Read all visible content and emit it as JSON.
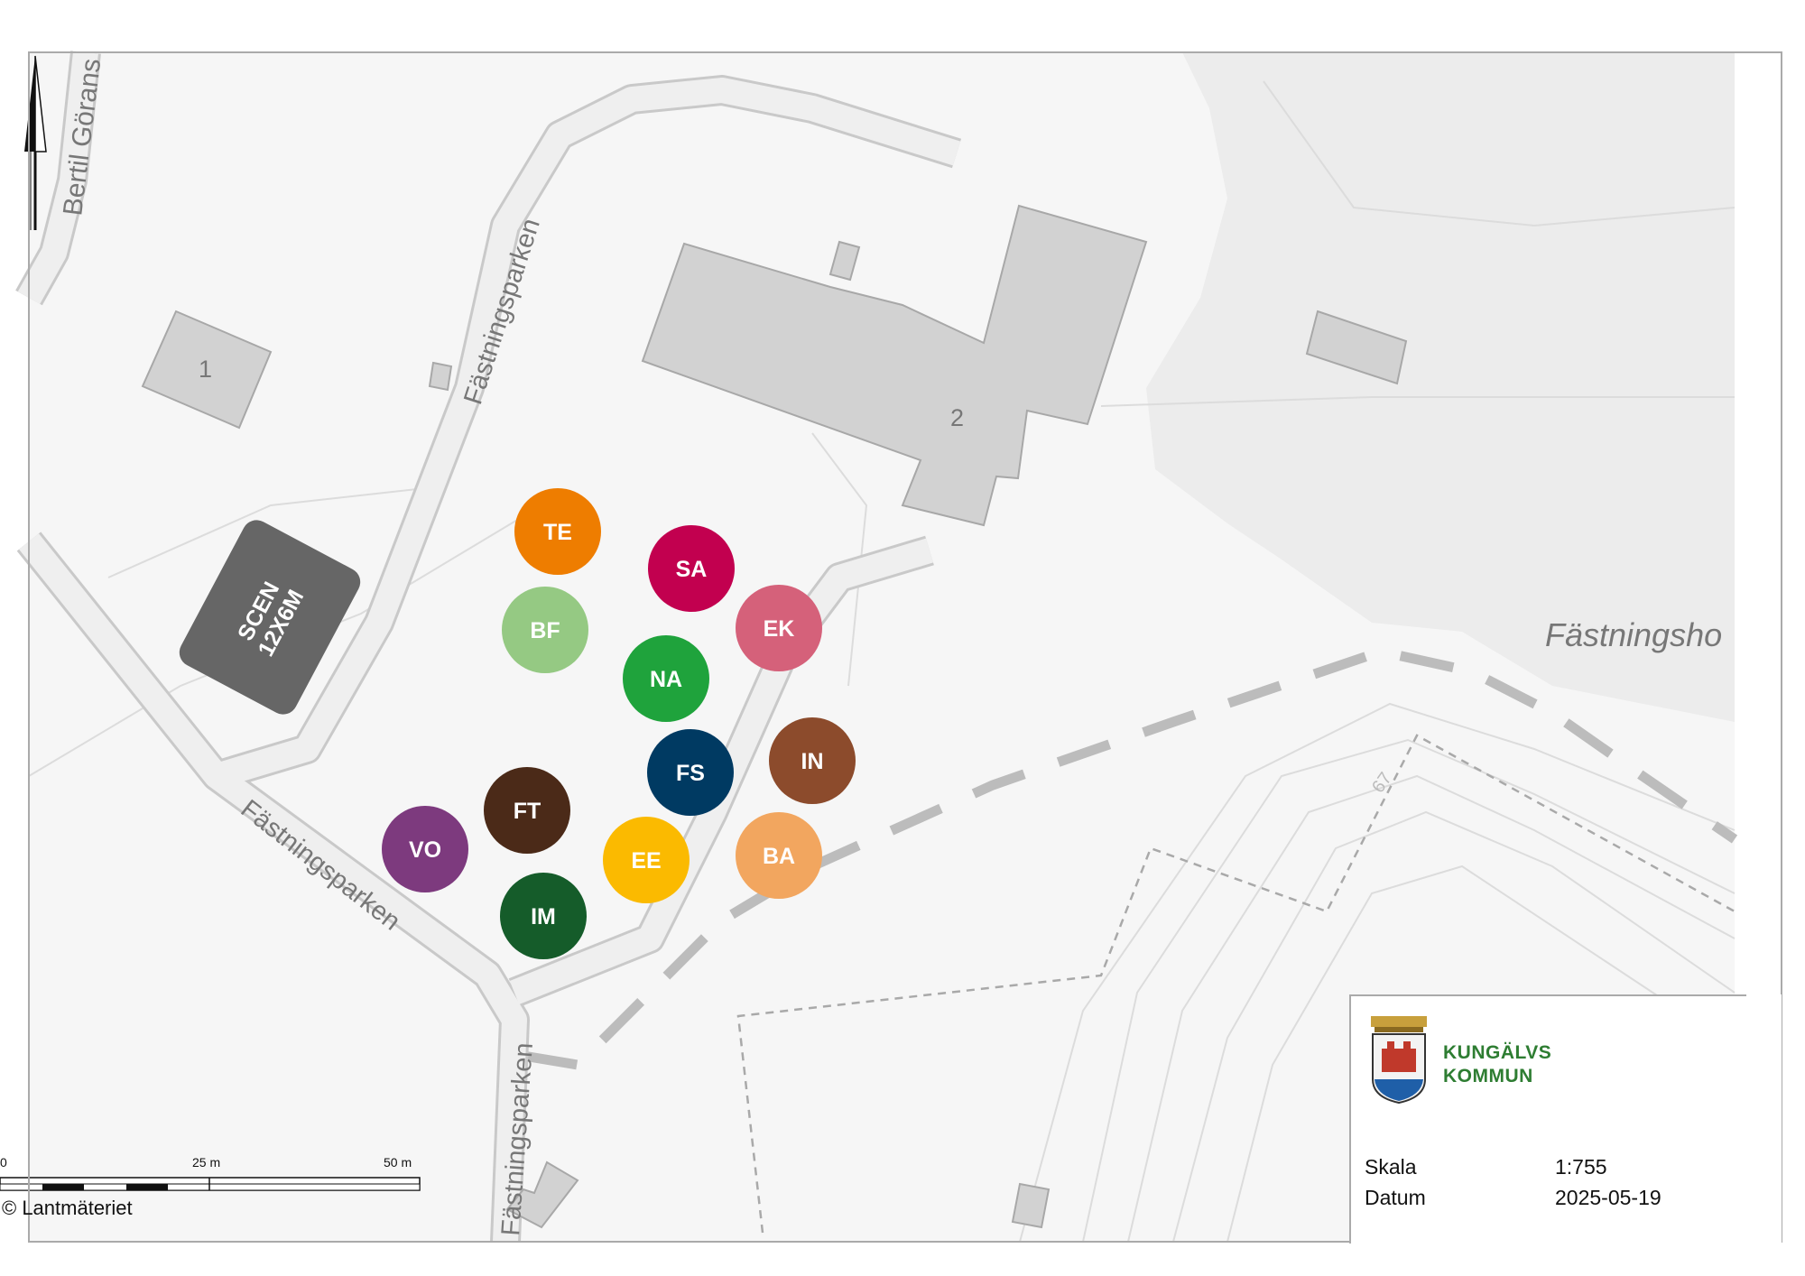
{
  "map": {
    "labels": {
      "road_north": "Bertil Görans",
      "road_west": "Fästningsparken",
      "road_south": "Fästningsparken",
      "road_bottom": "Fästningsparken",
      "area_east": "Fästningsho",
      "building_1": "1",
      "building_2": "2",
      "contour": "67"
    },
    "stage_label_line1": "SCEN",
    "stage_label_line2": "12X6M",
    "markers": [
      {
        "code": "TE",
        "color": "#ee7d00"
      },
      {
        "code": "SA",
        "color": "#c2004f"
      },
      {
        "code": "BF",
        "color": "#95c983"
      },
      {
        "code": "EK",
        "color": "#d5617a"
      },
      {
        "code": "NA",
        "color": "#1fa33c"
      },
      {
        "code": "FS",
        "color": "#003a62"
      },
      {
        "code": "IN",
        "color": "#8c4b2c"
      },
      {
        "code": "FT",
        "color": "#4b2a18"
      },
      {
        "code": "VO",
        "color": "#7d3a7e"
      },
      {
        "code": "EE",
        "color": "#fbba00"
      },
      {
        "code": "BA",
        "color": "#f2a65f"
      },
      {
        "code": "IM",
        "color": "#155c2a"
      }
    ]
  },
  "scalebar": {
    "label_0": "0",
    "label_mid": "25 m",
    "label_end": "50 m"
  },
  "copyright": "© Lantmäteriet",
  "legend": {
    "org_line1": "KUNGÄLVS",
    "org_line2": "KOMMUN",
    "scale_label": "Skala",
    "scale_value": "1:755",
    "date_label": "Datum",
    "date_value": "2025-05-19",
    "brand_color": "#2e7d32"
  }
}
